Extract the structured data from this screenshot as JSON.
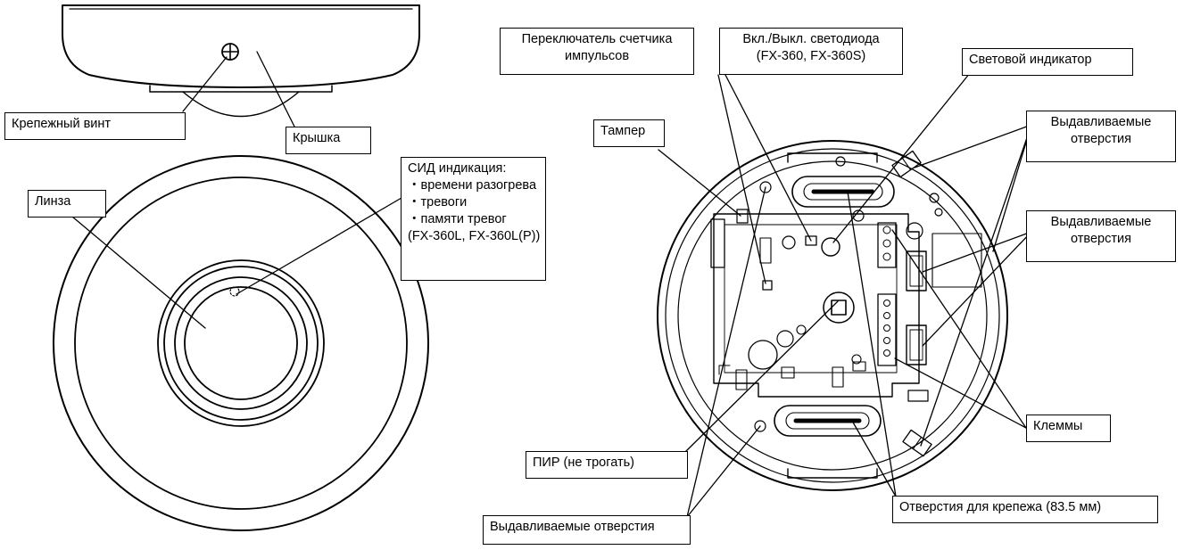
{
  "labels": {
    "fixing_screw": "Крепежный винт",
    "cover": "Крышка",
    "lens": "Линза",
    "led_indication": {
      "title": "СИД индикация:",
      "items": [
        "・времени разогрева",
        "・тревоги",
        "・памяти тревог"
      ],
      "models": "(FX-360L, FX-360L(P))"
    },
    "pulse_switch": [
      "Переключатель счетчика",
      "импульсов"
    ],
    "led_onoff": [
      "Вкл./Выкл. светодиода",
      "(FX-360, FX-360S)"
    ],
    "indicator": "Световой индикатор",
    "knockouts_1": [
      "Выдавливаемые",
      "отверстия"
    ],
    "knockouts_2": [
      "Выдавливаемые",
      "отверстия"
    ],
    "tamper": "Тампер",
    "terminals": "Клеммы",
    "pir": "ПИР (не трогать)",
    "mounting_holes": "Отверстия для крепежа (83.5 мм)",
    "knockouts_bottom": "Выдавливаемые отверстия"
  },
  "colors": {
    "line": "#000000",
    "background": "#ffffff"
  }
}
